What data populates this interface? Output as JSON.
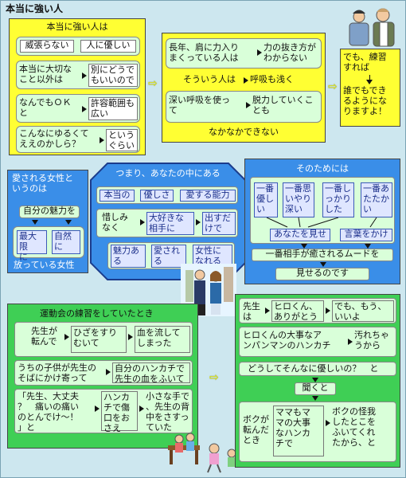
{
  "title": "本当に強い人",
  "top": {
    "left_panel": {
      "header": "本当に強い人は",
      "tags": [
        "威張らない",
        "人に優しい"
      ],
      "rows": [
        {
          "a": "本当に大切な\nこと以外は",
          "b": "別にどうで\nもいいので"
        },
        {
          "a": "なんでもＯＫ\nと",
          "b": "許容範囲も\n広い"
        },
        {
          "a": "こんなにゆるくて\nええのかしら？",
          "b": "という\nぐらい"
        }
      ]
    },
    "mid_panel": {
      "row1_a": "長年、肩に力入り\nまくっている人は",
      "row1_b": "力の抜き方が\nわからない",
      "row2_a": "そういう人は",
      "row2_b": "呼吸も浅く",
      "row3_a": "深い呼吸を使っ\nて",
      "row3_b": "脱力していくこ\nとも",
      "footer": "なかなかできない"
    },
    "right_panel": {
      "a": "でも、練習\nすれば",
      "b": "誰でもでき\nるようにな\nりますよ！"
    }
  },
  "middle": {
    "left_panel": {
      "header": "愛される女性と\nいうのは",
      "mid": "自分の魅力を",
      "a": "最大限\nに",
      "b": "自然に",
      "footer": "放っている女性"
    },
    "center_panel": {
      "header": "つまり、あなたの中にある",
      "tags": [
        "本当の",
        "優しさ",
        "愛する能力"
      ],
      "row_a": "惜しみ\nなく",
      "row_b": "大好きな\n相手に",
      "row_c": "出すだ\nけで",
      "bottom": [
        "魅力あ\nる",
        "愛され\nる",
        "女性に\nなれる"
      ]
    },
    "right_panel": {
      "header": "そのためには",
      "cols": [
        "一番\n優し\nい",
        "一番思\nいやり\n深い",
        "一番し\nっかり\nした",
        "一番あ\nたたか\nい"
      ],
      "merge_a": "あなたを見せ",
      "merge_b": "言葉をかけ",
      "line": "一番相手が癒されるムードを",
      "footer": "見せるのです"
    }
  },
  "bottom": {
    "left_panel": {
      "header": "運動会の練習をしていたとき",
      "row1": [
        "先生が\n転んで",
        "ひざをすり\nむいて",
        "血を流して\nしまった"
      ],
      "row2": [
        "うちの子供が先生の\nそばにかけ寄って",
        "自分のハンカチで\n先生の血をふいて"
      ],
      "row3": [
        "「先生、大丈夫\n？　痛いの痛い\nのとんでけ～！\n」と",
        "ハンカ\nチで傷\n口をお\nさえ",
        "小さな手で\n、先生の背\n中をさすっ\nていた"
      ]
    },
    "right_panel": {
      "row1": [
        "先生\nは",
        "ヒロくん、\nありがとう",
        "でも、もう、\nいいよ"
      ],
      "row2": [
        "ヒロくんの大事なア\nンパンマンのハンカチ",
        "汚れちゃ\nうから"
      ],
      "row3": "どうしてそんなに優しいの？　と",
      "mid": "聞くと",
      "side": "ボクが\n転んだ\nとき",
      "a": "ママもマ\nマの大事\nなハンカ\nチで",
      "b": "ボクの怪我\nしたとこを\nふいてくれ\nたから、と"
    }
  }
}
